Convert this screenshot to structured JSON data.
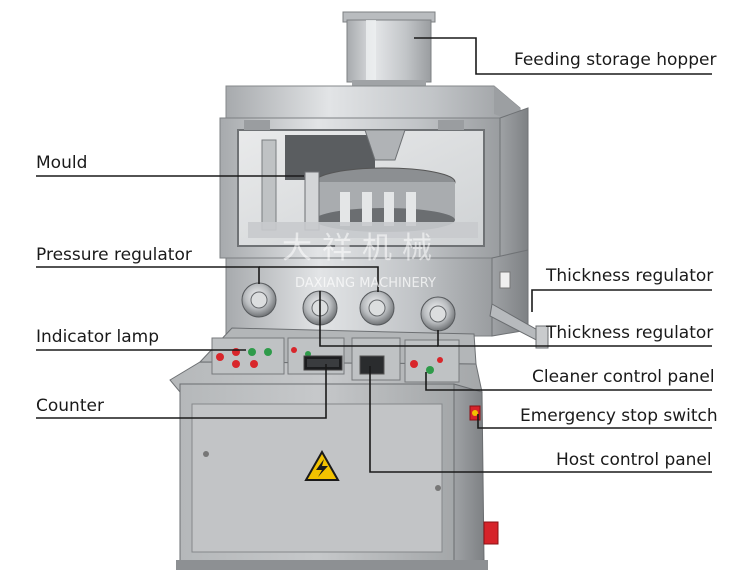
{
  "labels": {
    "feeding_hopper": "Feeding storage hopper",
    "mould": "Mould",
    "pressure_regulator": "Pressure regulator",
    "thickness_regulator_1": "Thickness regulator",
    "thickness_regulator_2": "Thickness regulator",
    "indicator_lamp": "Indicator lamp",
    "cleaner_control_panel": "Cleaner control panel",
    "counter": "Counter",
    "emergency_stop_switch": "Emergency stop switch",
    "host_control_panel": "Host control panel"
  },
  "watermark": {
    "cn": "大祥机械",
    "en": "DAXIANG MACHINERY"
  },
  "colors": {
    "steel": "#c9cbcd",
    "steel_dark": "#8e9194",
    "cabinet": "#a9acae",
    "lamp_red": "#d8262b",
    "lamp_green": "#2e9b4a",
    "warning_yellow": "#f2c200",
    "emergency_red": "#d6232a"
  },
  "icons": [
    "high-voltage-warning-icon",
    "indicator-lamp-icon",
    "emergency-stop-icon",
    "regulator-knob-icon"
  ]
}
